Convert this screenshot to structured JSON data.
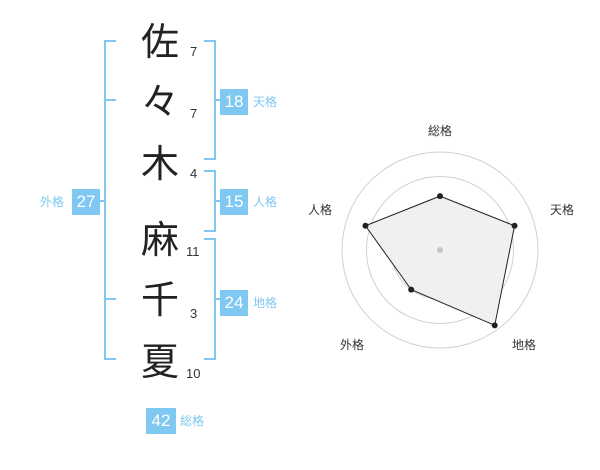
{
  "name": {
    "characters": [
      {
        "char": "佐",
        "strokes": "7"
      },
      {
        "char": "々",
        "strokes": "7"
      },
      {
        "char": "木",
        "strokes": "4"
      },
      {
        "char": "麻",
        "strokes": "11"
      },
      {
        "char": "千",
        "strokes": "3"
      },
      {
        "char": "夏",
        "strokes": "10"
      }
    ]
  },
  "fortunes": {
    "tenkaku": {
      "value": "18",
      "label": "天格"
    },
    "jinkaku": {
      "value": "15",
      "label": "人格"
    },
    "chikaku": {
      "value": "24",
      "label": "地格"
    },
    "gaikaku": {
      "value": "27",
      "label": "外格"
    },
    "soukaku": {
      "value": "42",
      "label": "総格"
    }
  },
  "colors": {
    "accent": "#7ec8f2",
    "radar_fill": "#eeeeee",
    "radar_line": "#222222"
  },
  "chart_data": {
    "type": "radar",
    "axes": [
      "総格",
      "天格",
      "地格",
      "外格",
      "人格"
    ],
    "values": [
      0.55,
      0.8,
      0.95,
      0.5,
      0.8
    ],
    "max": 1,
    "grid": true,
    "rings": 4
  }
}
